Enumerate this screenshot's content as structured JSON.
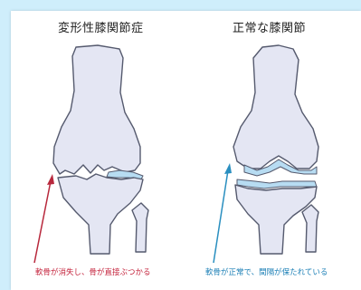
{
  "diagram": {
    "left_title": "変形性膝関節症",
    "right_title": "正常な膝関節",
    "left_caption": "軟骨が消失し、骨が直接ぶつかる",
    "right_caption": "軟骨が正常で、間隔が保たれている",
    "colors": {
      "background": "#cfeefb",
      "bone_fill": "#e4e6f3",
      "bone_stroke": "#555a6e",
      "cartilage": "#b7dcf2",
      "left_caption": "#c4233c",
      "right_caption": "#1b7fb6",
      "left_arrow": "#b8283c",
      "right_arrow": "#2a8fc0"
    }
  }
}
